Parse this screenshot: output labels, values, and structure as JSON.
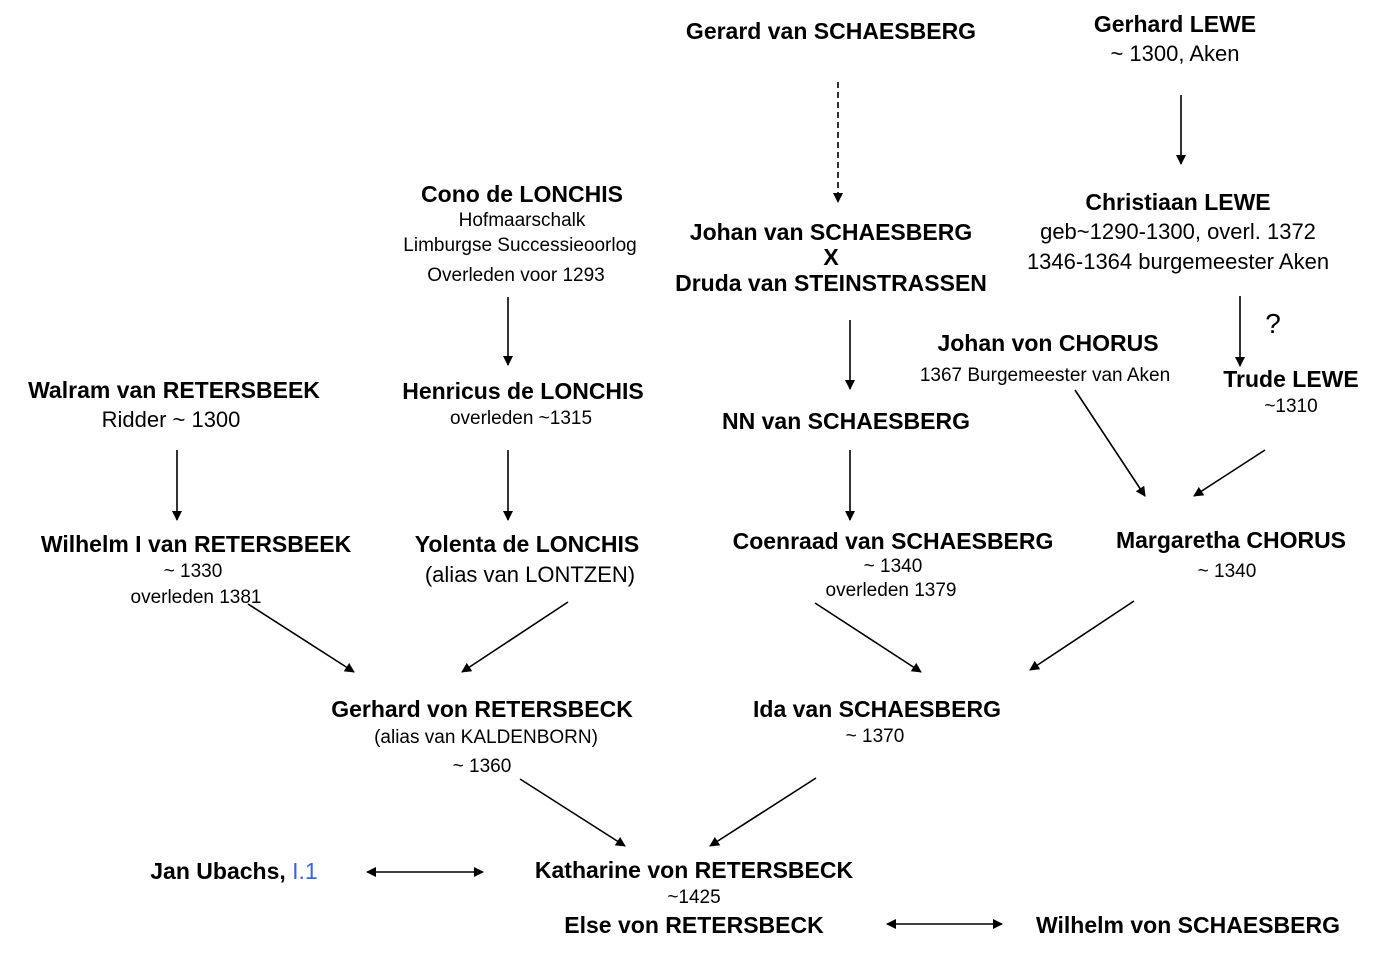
{
  "persons": {
    "gerard_schaesberg": {
      "name": "Gerard van SCHAESBERG"
    },
    "gerhard_lewe": {
      "name": "Gerhard LEWE",
      "info": "~ 1300, Aken"
    },
    "cono": {
      "name": "Cono de LONCHIS",
      "line1": "Hofmaarschalk",
      "line2": "Limburgse Successieoorlog",
      "line3": "Overleden voor 1293"
    },
    "johan_schaesberg": {
      "name": "Johan van SCHAESBERG",
      "x": "X",
      "spouse": "Druda van STEINSTRASSEN"
    },
    "christiaan": {
      "name": "Christiaan LEWE",
      "line1": "geb~1290-1300, overl. 1372",
      "line2": "1346-1364 burgemeester Aken"
    },
    "question": "?",
    "johan_chorus": {
      "name": "Johan von CHORUS",
      "info": "1367 Burgemeester van Aken"
    },
    "trude": {
      "name": "Trude LEWE",
      "info": "~1310"
    },
    "walram": {
      "name": "Walram van RETERSBEEK",
      "info": "Ridder ~ 1300"
    },
    "henricus": {
      "name": "Henricus de LONCHIS",
      "info": "overleden ~1315"
    },
    "nn": {
      "name": "NN van SCHAESBERG"
    },
    "wilhelm": {
      "name": "Wilhelm I van RETERSBEEK",
      "line1": "~ 1330",
      "line2": "overleden 1381"
    },
    "yolenta": {
      "name": "Yolenta de LONCHIS",
      "info": "(alias van LONTZEN)"
    },
    "coenraad": {
      "name": "Coenraad van SCHAESBERG",
      "line1": "~ 1340",
      "line2": "overleden 1379"
    },
    "margaretha": {
      "name": "Margaretha CHORUS",
      "info": "~ 1340"
    },
    "gerhard_retersbeck": {
      "name": "Gerhard von RETERSBECK",
      "line1": "(alias van KALDENBORN)",
      "line2": "~ 1360"
    },
    "ida": {
      "name": "Ida van SCHAESBERG",
      "info": "~ 1370"
    },
    "jan_ubachs": {
      "name": "Jan Ubachs,",
      "ref": "I.1"
    },
    "katharine": {
      "name": "Katharine von RETERSBECK",
      "info": "~1425"
    },
    "else": {
      "name": "Else von RETERSBECK"
    },
    "wilhelm_schaesberg": {
      "name": "Wilhelm von SCHAESBERG"
    }
  }
}
